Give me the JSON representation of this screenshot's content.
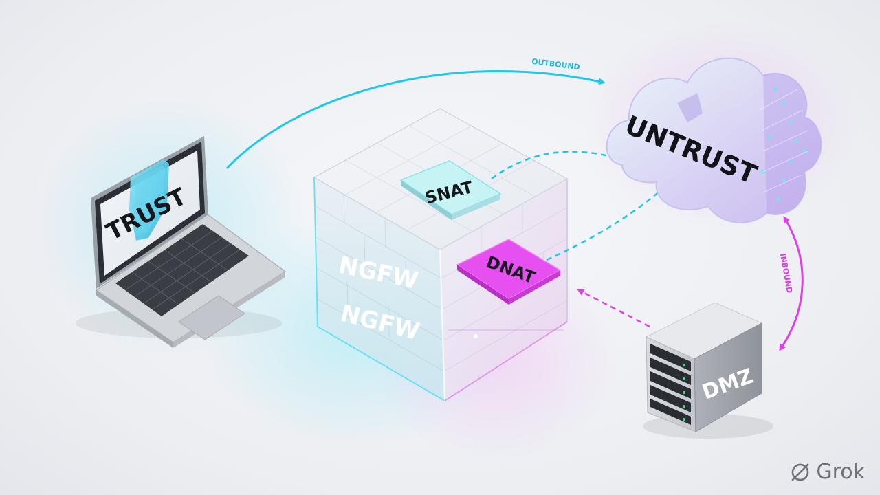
{
  "diagram": {
    "nodes": {
      "trust": {
        "label": "TRUST",
        "icon": "shield-icon",
        "device": "laptop"
      },
      "firewall": {
        "label_top": "NGFW",
        "label_bottom": "NGFW"
      },
      "snat": {
        "label": "SNAT"
      },
      "dnat": {
        "label": "DNAT"
      },
      "untrust": {
        "label": "UNTRUST",
        "device": "cloud"
      },
      "dmz": {
        "label": "DMZ",
        "device": "server"
      }
    },
    "edges": {
      "outbound": {
        "label": "OUTBOUND",
        "color": "#1fc8ea"
      },
      "inbound": {
        "label": "INBOUND",
        "color": "#e040e8"
      }
    },
    "colors": {
      "trust_accent": "#2ad3f0",
      "dmz_accent": "#d84ae0",
      "snat_tile": "#bff2f2",
      "dnat_tile": "#e64ff0"
    }
  },
  "watermark": {
    "text": "Grok",
    "icon": "grok-logo-icon"
  }
}
